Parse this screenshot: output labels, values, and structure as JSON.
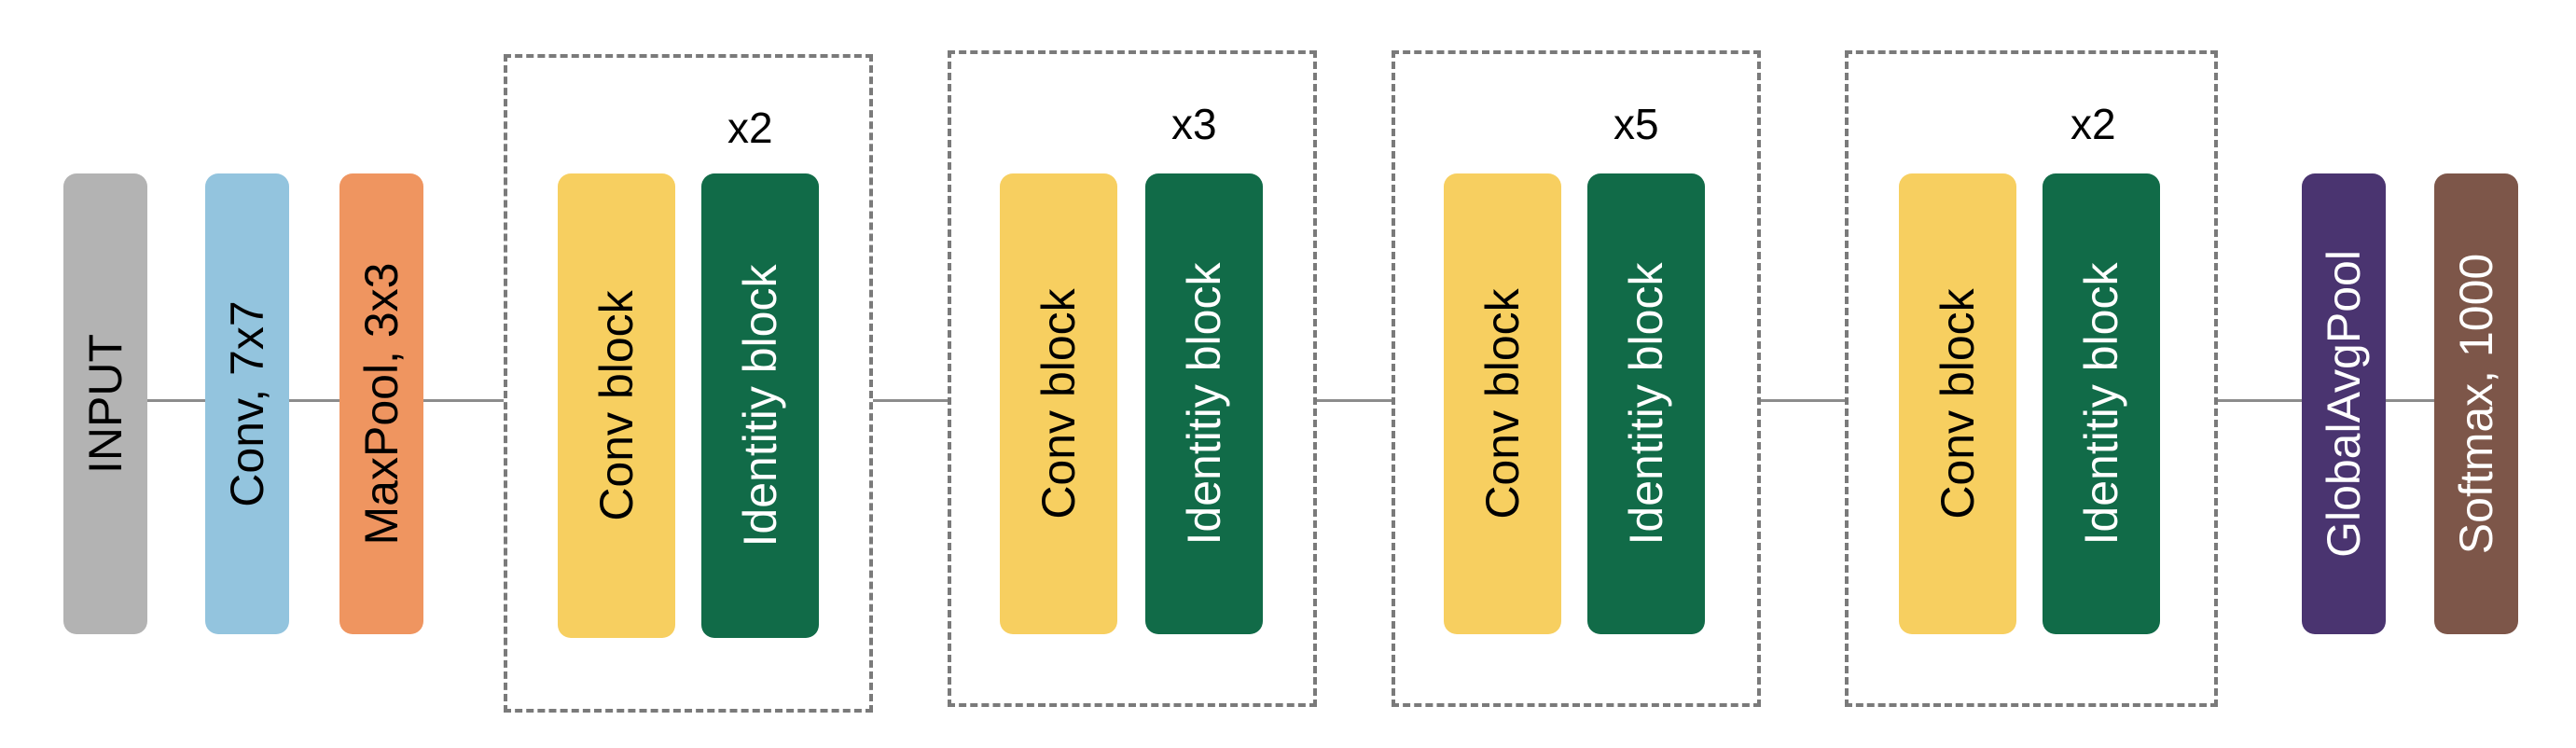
{
  "colors": {
    "input": "#b3b3b3",
    "conv7": "#93c4de",
    "maxpool": "#ef9560",
    "conv_block": "#f7cf60",
    "identity_block": "#116b48",
    "globalavgpool": "#4a3470",
    "softmax": "#7d5649",
    "connector": "#8c8c8c",
    "group_border": "#7a7a7a"
  },
  "layers": {
    "input": "INPUT",
    "conv7": "Conv, 7x7",
    "maxpool": "MaxPool, 3x3",
    "globalavgpool": "GlobalAvgPool",
    "softmax": "Softmax, 1000"
  },
  "groups": [
    {
      "repeat": "x2",
      "conv_block": "Conv block",
      "identity_block": "Identitiy block"
    },
    {
      "repeat": "x3",
      "conv_block": "Conv block",
      "identity_block": "Identitiy block"
    },
    {
      "repeat": "x5",
      "conv_block": "Conv block",
      "identity_block": "Identitiy block"
    },
    {
      "repeat": "x2",
      "conv_block": "Conv block",
      "identity_block": "Identitiy block"
    }
  ]
}
